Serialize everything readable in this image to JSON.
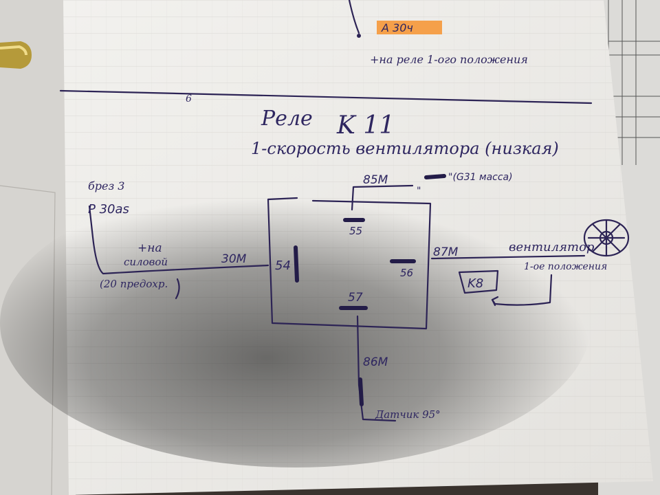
{
  "top_note": {
    "highlight_text": "A   30ч",
    "highlight_color": "#f5a04a",
    "line": "+на реле 1-ого положения"
  },
  "divider_mark": "6",
  "title": {
    "relay_label": "Реле",
    "relay_id": "K 11",
    "subtitle": "1-скорость вентилятора (низкая)"
  },
  "relay": {
    "pins": {
      "p54": "54",
      "p55": "55",
      "p56": "56",
      "p57": "57"
    }
  },
  "wires": {
    "w85": "85M",
    "w85_note": "\"(G31 масса)",
    "w85_mark": "\"",
    "w30": "30M",
    "w87": "87M",
    "w86": "86M"
  },
  "left_source": {
    "line1": "бpeз 3",
    "line2": "P 30as",
    "line3": "+на",
    "line4": "силовой",
    "line5": "(20 предохр."
  },
  "fan": {
    "label": "вентилятор",
    "sub": "1-ое положения",
    "relay_ref": "K8"
  },
  "sensor": {
    "label": "Датчик 95°"
  },
  "colors": {
    "ink": "#2c2355",
    "paper": "#eeece8",
    "highlight": "#f5a04a"
  }
}
